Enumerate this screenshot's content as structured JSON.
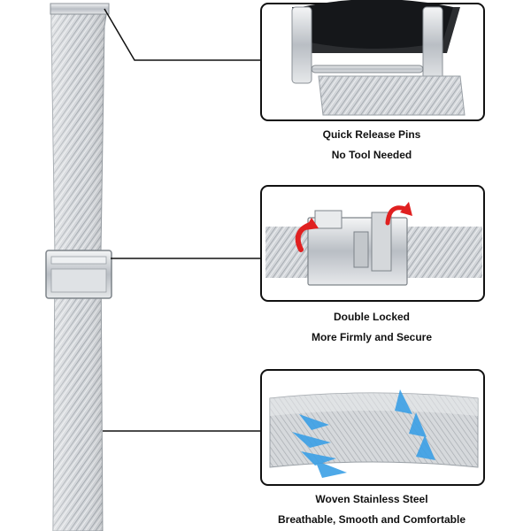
{
  "features": [
    {
      "title": "Quick Release Pins",
      "subtitle": "No Tool Needed"
    },
    {
      "title": "Double Locked",
      "subtitle": "More Firmly and Secure"
    },
    {
      "title": "Woven Stainless Steel",
      "subtitle": "Breathable, Smooth and Comfortable"
    }
  ],
  "colors": {
    "mesh": "#c9ccd0",
    "frame": "#111111",
    "arrow_red": "#e02020",
    "airflow_blue": "#3ba0e6"
  },
  "icons": [
    "rotate-arrow-icon",
    "airflow-arrow-icon"
  ]
}
